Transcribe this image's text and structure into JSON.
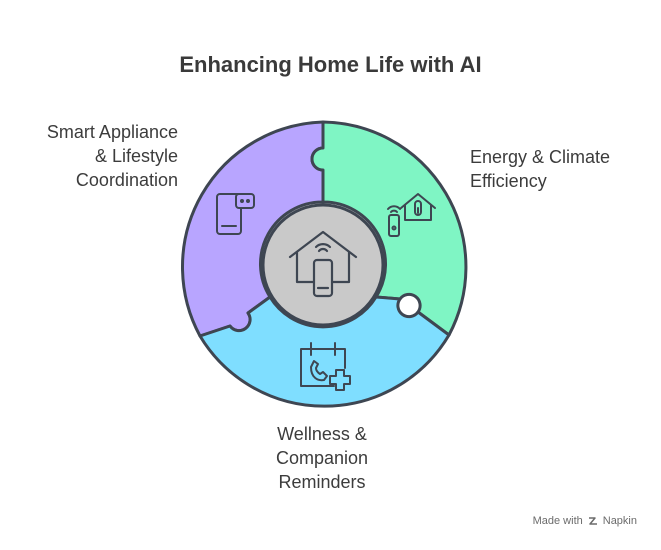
{
  "title": "Enhancing Home Life with AI",
  "segments": [
    {
      "lines": [
        "Smart Appliance",
        "& Lifestyle",
        "Coordination"
      ],
      "color": "#b8a5ff",
      "icon": "smartphone-device-icon"
    },
    {
      "lines": [
        "Energy & Climate",
        "Efficiency"
      ],
      "color": "#7ff5c4",
      "icon": "home-thermostat-icon"
    },
    {
      "lines": [
        "Wellness &",
        "Companion",
        "Reminders"
      ],
      "color": "#7fdeff",
      "icon": "calendar-call-icon"
    }
  ],
  "center": {
    "icon": "smart-home-phone-icon",
    "color": "#c9c9c9"
  },
  "credit": {
    "prefix": "Made with",
    "brand": "Napkin"
  }
}
